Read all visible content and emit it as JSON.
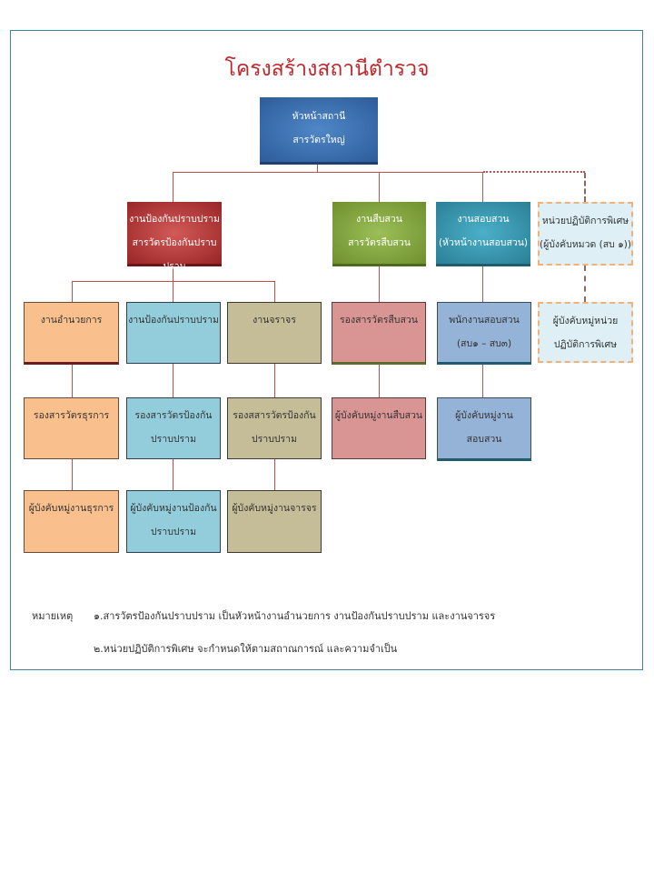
{
  "title": "โครงสร้างสถานีตำรวจ",
  "head": {
    "line1": "หัวหน้าสถานี",
    "line2": "สารวัตรใหญ่"
  },
  "level2": [
    {
      "line1": "งานป้องกันปราบปราม",
      "line2": "สารวัตรป้องกันปราบปราม"
    },
    {
      "line1": "งานสืบสวน",
      "line2": "สารวัตรสืบสวน"
    },
    {
      "line1": "งานสอบสวน",
      "line2": "(หัวหน้างานสอบสวน)"
    },
    {
      "line1": "หน่วยปฏิบัติการพิเศษ",
      "line2": "(ผู้บังคับหมวด (สบ ๑))"
    }
  ],
  "level3": [
    {
      "line1": "งานอำนวยการ"
    },
    {
      "line1": "งานป้องกันปราบปราม"
    },
    {
      "line1": "งานจราจร"
    },
    {
      "line1": "รองสารวัตรสืบสวน"
    },
    {
      "line1": "พนักงานสอบสวน",
      "line2": "(สบ๑ – สบ๓)"
    },
    {
      "line1": "ผู้บังคับหมู่หน่วย",
      "line2": "ปฏิบัติการพิเศษ"
    }
  ],
  "level4": [
    {
      "line1": "รองสารวัตรธุรการ"
    },
    {
      "line1": "รองสารวัตรป้องกัน",
      "line2": "ปราบปราม"
    },
    {
      "line1": "รองสสารวัตรป้องกัน",
      "line2": "ปราบปราม"
    },
    {
      "line1": "ผู้บังคับหมู่งานสืบสวน"
    },
    {
      "line1": "ผู้บังคับหมู่งานสอบสวน"
    }
  ],
  "level5": [
    {
      "line1": "ผู้บังคับหมู่งานธุรการ"
    },
    {
      "line1": "ผู้บังคับหมู่งานป้องกัน",
      "line2": "ปราบปราม"
    },
    {
      "line1": "ผู้บังคับหมู่งานจารจร"
    }
  ],
  "notes": {
    "label": "หมายเหตุ",
    "items": [
      "๑.สารวัตรป้องกันปราบปราม เป็นหัวหน้างานอำนวยการ งานป้องกันปราบปราม และงานจารจร",
      "๒.หน่วยปฏิบัติการพิเศษ จะกำหนดให้ตามสถาณการณ์ และความจำเป็น"
    ]
  }
}
